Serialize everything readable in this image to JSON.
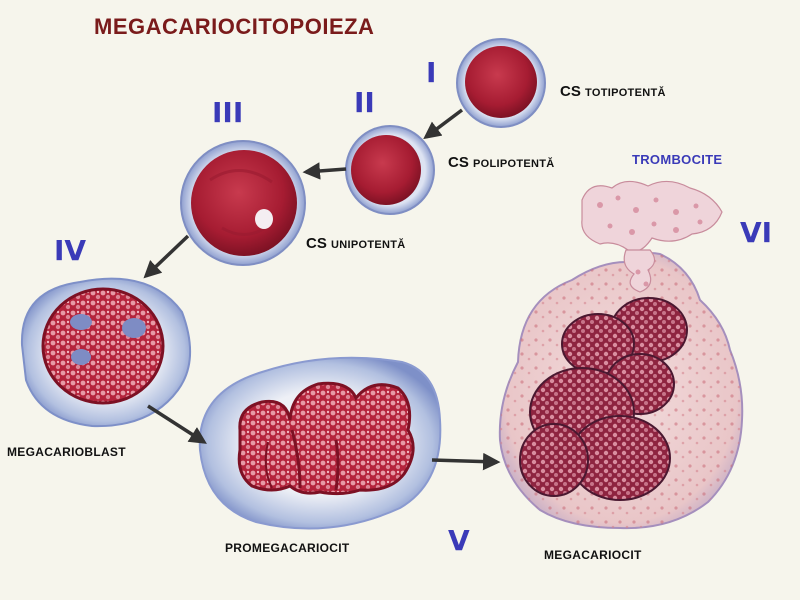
{
  "title": "MEGACARIOCITOPOIEZA",
  "stages": {
    "I": "I",
    "II": "II",
    "III": "III",
    "IV": "IV",
    "V": "V",
    "VI": "VI"
  },
  "labels": {
    "cs_prefix": "CS",
    "totipotenta": "TOTIPOTENTĂ",
    "polipotenta": "POLIPOTENTĂ",
    "unipotenta": "UNIPOTENTĂ",
    "megacarioblast": "MEGACARIOBLAST",
    "promegacariocit": "PROMEGACARIOCIT",
    "megacariocit": "MEGACARIOCIT",
    "trombocite": "TROMBOCITE"
  },
  "colors": {
    "background": "#f6f5ec",
    "title": "#7a1b1b",
    "roman_numerals": "#3a3ab8",
    "nucleus": "#b0223a",
    "cytoplasm_blue": "#a9b8dc",
    "cytoplasm_pink": "#ecc7c9"
  }
}
